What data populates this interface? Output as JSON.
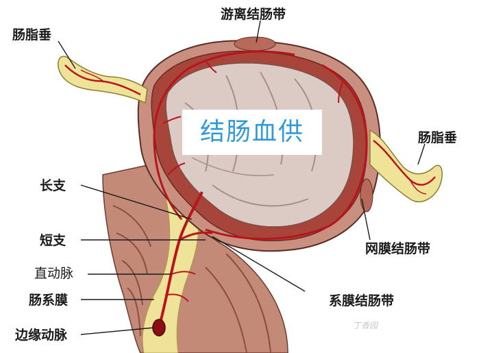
{
  "title": "结肠血供",
  "labels": {
    "appendix_left": "肠脂垂",
    "free_taenia": "游离结肠带",
    "appendix_right": "肠脂垂",
    "long_branch": "长支",
    "short_branch": "短支",
    "vasa_recta": "直动脉",
    "mesocolon": "肠系膜",
    "marginal_artery": "边缘动脉",
    "omental_taenia": "网膜结肠带",
    "mesocolic_taenia": "系膜结肠带"
  },
  "watermark": "丁香园",
  "colors": {
    "tissue_outer": "#c98f7f",
    "tissue_dark": "#8e4a3f",
    "lumen": "#d9c7c2",
    "fat": "#efe39a",
    "vessel": "#b8141b",
    "title_blue": "#2f9ad7"
  }
}
